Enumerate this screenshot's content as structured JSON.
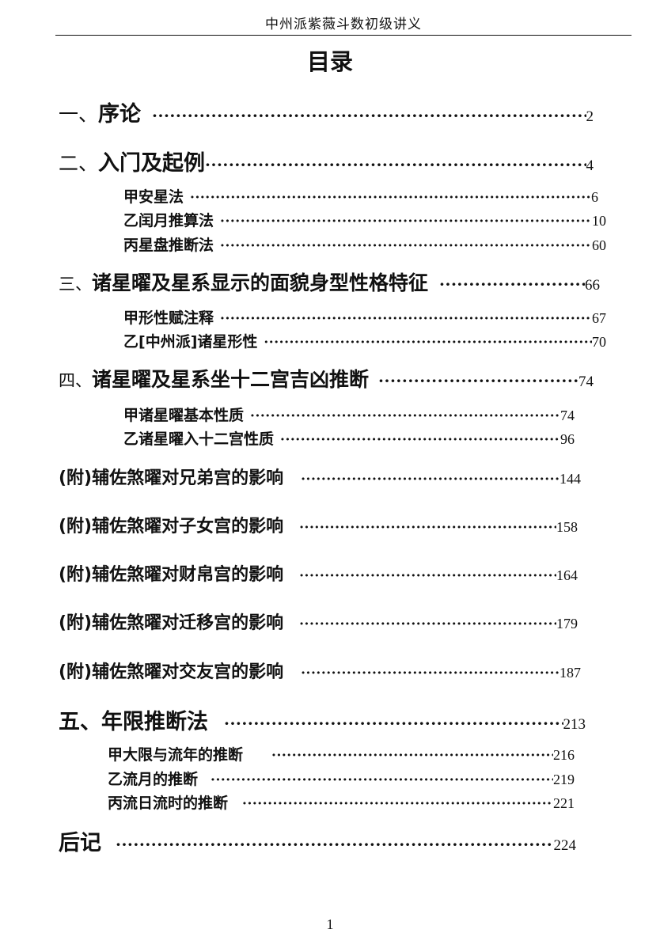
{
  "header": {
    "running_title": "中州派紫薇斗数初级讲义"
  },
  "title": "目录",
  "toc": {
    "ch1": {
      "ord": "一、",
      "label": "序论",
      "page": "2"
    },
    "ch2": {
      "ord": "二、",
      "label": "入门及起例",
      "page": "4",
      "sections": [
        {
          "ord": "甲",
          "label": "安星法",
          "page": "6"
        },
        {
          "ord": "乙",
          "label": "闰月推算法",
          "page": "10"
        },
        {
          "ord": "丙",
          "label": "星盘推断法",
          "page": "60"
        }
      ]
    },
    "ch3": {
      "ord": "三、",
      "label": "诸星曜及星系显示的面貌身型性格特征",
      "page": "66",
      "sections": [
        {
          "ord": "甲",
          "label": "形性赋注释",
          "page": "67"
        },
        {
          "ord": "乙",
          "label": "[中州派]诸星形性",
          "page": "70"
        }
      ]
    },
    "ch4": {
      "ord": "四、",
      "label": "诸星曜及星系坐十二宫吉凶推断",
      "page": "74",
      "sections": [
        {
          "ord": "甲",
          "label": "诸星曜基本性质",
          "page": "74"
        },
        {
          "ord": "乙",
          "label": "诸星曜入十二宫性质",
          "page": "96"
        }
      ]
    },
    "appendices": [
      {
        "ord": "(附)",
        "label": "辅佐煞曜对兄弟宫的影响",
        "page": "144"
      },
      {
        "ord": "(附)",
        "label": "辅佐煞曜对子女宫的影响",
        "page": "158"
      },
      {
        "ord": "(附)",
        "label": "辅佐煞曜对财帛宫的影响",
        "page": "164"
      },
      {
        "ord": "(附)",
        "label": "辅佐煞曜对迁移宫的影响",
        "page": "179"
      },
      {
        "ord": "(附)",
        "label": "辅佐煞曜对交友宫的影响",
        "page": "187"
      }
    ],
    "ch5": {
      "ord": "五、",
      "label": "年限推断法",
      "page": "213",
      "sections": [
        {
          "ord": "甲",
          "label": "大限与流年的推断",
          "page": "216"
        },
        {
          "ord": "乙",
          "label": "流月的推断",
          "page": "219"
        },
        {
          "ord": "丙",
          "label": "流日流时的推断",
          "page": "221"
        }
      ]
    },
    "ch6": {
      "ord": "后",
      "label": "记",
      "page": "224"
    }
  },
  "footer": {
    "page_number": "1"
  }
}
